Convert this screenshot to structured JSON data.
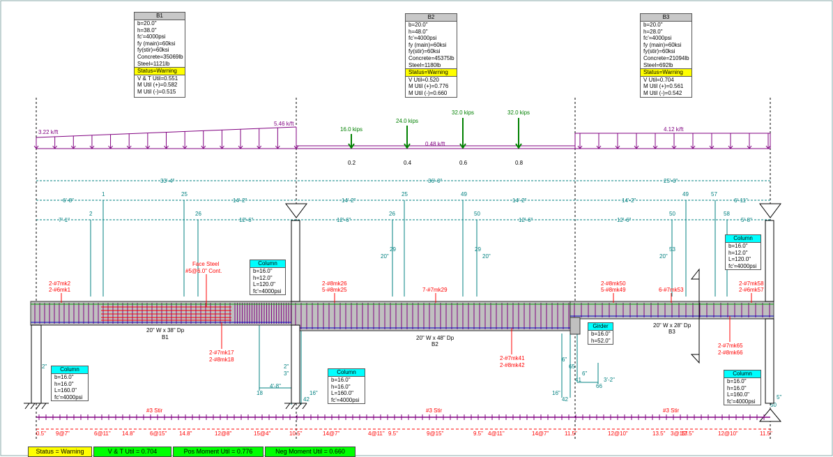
{
  "spans": {
    "B1": {
      "header": "B1",
      "props": [
        "b=20.0\"",
        "h=38.0\"",
        "fc'=4000psi",
        "fy (main)=60ksi",
        "fy(stir)=60ksi",
        "Concrete=35069lb",
        "Steel=1121lb"
      ],
      "status": "Status=Warning",
      "utils": [
        "V & T Util=0.551",
        "M Util (+)=0.582",
        "M Util (-)=0.515"
      ]
    },
    "B2": {
      "header": "B2",
      "props": [
        "b=20.0\"",
        "h=48.0\"",
        "fc'=4000psi",
        "fy (main)=60ksi",
        "fy(stir)=60ksi",
        "Concrete=45375lb",
        "Steel=1180lb"
      ],
      "status": "Status=Warning",
      "utils": [
        "V Util=0.520",
        "M Util (+)=0.776",
        "M Util (-)=0.660"
      ]
    },
    "B3": {
      "header": "B3",
      "props": [
        "b=20.0\"",
        "h=28.0\"",
        "fc'=4000psi",
        "fy (main)=60ksi",
        "fy(stir)=60ksi",
        "Concrete=21094lb",
        "Steel=692lb"
      ],
      "status": "Status=Warning",
      "utils": [
        "V Util=0.704",
        "M Util (+)=0.561",
        "M Util (-)=0.542"
      ]
    }
  },
  "loads": {
    "dist_b1_left": "3.22 k/ft",
    "dist_b1_right": "5.46 k/ft",
    "dist_b2": "0.48 k/ft",
    "dist_b3": "4.12 k/ft",
    "point_loads": [
      "16.0 kips",
      "24.0 kips",
      "32.0 kips",
      "32.0 kips"
    ],
    "stations": [
      "0.2",
      "0.4",
      "0.6",
      "0.8"
    ]
  },
  "dims": {
    "span_lengths": [
      "33'-4\"",
      "36'-0\"",
      "25'-0\""
    ],
    "row1": [
      "6'-8\"",
      "14'-2\"",
      "14'-2\"",
      "14'-2\"",
      "14'-2\"",
      "6'-11\""
    ],
    "row1_marks": [
      "1",
      "25",
      "25",
      "49",
      "49",
      "57"
    ],
    "row2": [
      "7'-1\"",
      "12'-6\"",
      "12'-6\"",
      "12'-6\"",
      "12'-6\"",
      "5'-8\""
    ],
    "row2_marks": [
      "2",
      "26",
      "26",
      "50",
      "50",
      "58"
    ],
    "small": [
      "29",
      "29",
      "20\"",
      "20\"",
      "53",
      "20\"",
      "18",
      "16\"",
      "4'-8\"",
      "2\"",
      "3\"",
      "42",
      "66",
      "6\"",
      "3'-2\"",
      "41",
      "65",
      "6\"",
      "16\"",
      "42",
      "2\"",
      "16",
      "1'",
      "5\"",
      "50"
    ]
  },
  "rebar": {
    "top": [
      "2-#7mk2",
      "2-#6mk1",
      "2-#8mk26",
      "5-#8mk25",
      "7-#7mk29",
      "2-#8mk50",
      "5-#8mk49",
      "6-#7mk53",
      "2-#7mk58",
      "2-#6mk57"
    ],
    "bottom": [
      "2-#7mk17",
      "2-#8mk18",
      "2-#7mk41",
      "2-#8mk42",
      "2-#7mk65",
      "2-#8mk66"
    ],
    "face_steel": [
      "Face Steel",
      "#5@6.0\" Cont."
    ]
  },
  "beams": {
    "B1": [
      "20\" W x 38\" Dp",
      "B1"
    ],
    "B2": [
      "20\" W x 48\" Dp",
      "B2"
    ],
    "B3": [
      "20\" W x 28\" Dp",
      "B3"
    ]
  },
  "columns": [
    {
      "header": "Column",
      "rows": [
        "b=16.0\"",
        "h=12.0\"",
        "L=120.0\"",
        "fc'=4000psi"
      ]
    },
    {
      "header": "Column",
      "rows": [
        "b=16.0\"",
        "h=12.0\"",
        "L=120.0\"",
        "fc'=4000psi"
      ]
    },
    {
      "header": "Column",
      "rows": [
        "b=16.0\"",
        "h=16.0\"",
        "L=160.0\"",
        "fc'=4000psi"
      ]
    },
    {
      "header": "Column",
      "rows": [
        "b=16.0\"",
        "h=16.0\"",
        "L=160.0\"",
        "fc'=4000psi"
      ]
    },
    {
      "header": "Column",
      "rows": [
        "b=16.0\"",
        "h=16.0\"",
        "L=160.0\"",
        "fc'=4000psi"
      ]
    }
  ],
  "girder": {
    "header": "Girder",
    "rows": [
      "b=16.0\"",
      "h=52.0\""
    ]
  },
  "stirrups": {
    "labels": [
      "#3 Stir",
      "#3 Stir",
      "#3 Stir"
    ],
    "spacing": [
      "0.5\"",
      "9@7\"",
      "6@11\"",
      "14.8\"",
      "6@15\"",
      "14.8\"",
      "12@8\"",
      "15@4\"",
      "10.5\"",
      "14@7\"",
      "4@11\"",
      "9.5\"",
      "9@15\"",
      "9.5\"",
      "4@11\"",
      "14@7\"",
      "11.5\"",
      "12@10\"",
      "13.5\"",
      "3@15\"",
      "13.5\"",
      "12@10\"",
      "11.5\""
    ]
  },
  "status_bar": [
    {
      "label": "Status = Warning",
      "color": "#ffff00"
    },
    {
      "label": "V & T Util = 0.704",
      "color": "#00ff00"
    },
    {
      "label": "Pos Moment Util = 0.776",
      "color": "#00ff00"
    },
    {
      "label": "Neg Moment Util = 0.660",
      "color": "#00ff00"
    }
  ],
  "colors": {
    "load": "#800080",
    "point_load": "#008000",
    "dim": "#008080",
    "rebar": "#ff0000",
    "beam": "#c0c0c0",
    "column_hdr": "#00ffff",
    "status": "#ffff00"
  }
}
